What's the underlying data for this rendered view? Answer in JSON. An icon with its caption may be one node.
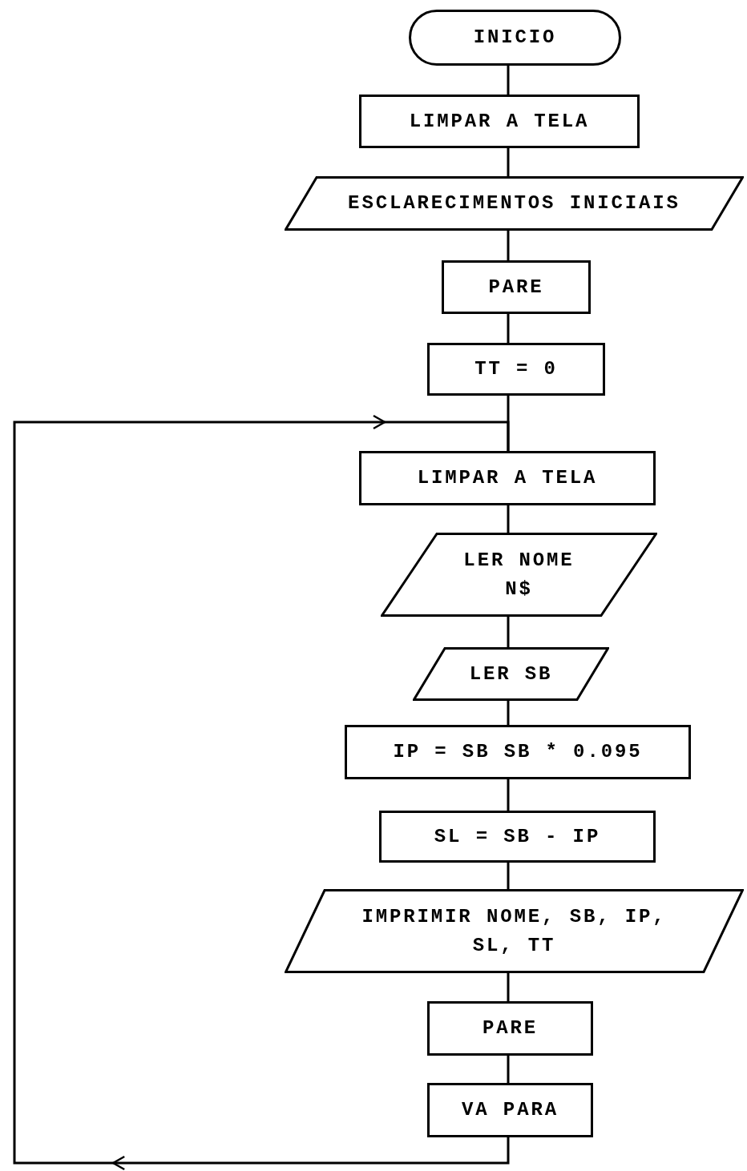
{
  "diagram": {
    "nodes": [
      {
        "text": [
          "INICIO"
        ]
      },
      {
        "text": [
          "LIMPAR A TELA"
        ]
      },
      {
        "text": [
          "ESCLARECIMENTOS INICIAIS"
        ]
      },
      {
        "text": [
          "PARE"
        ]
      },
      {
        "text": [
          "TT = 0"
        ]
      },
      {
        "text": [
          "LIMPAR A TELA"
        ]
      },
      {
        "text": [
          "LER NOME N$"
        ]
      },
      {
        "text": [
          "LER SB"
        ]
      },
      {
        "text": [
          "IP = SB SB * 0.095"
        ]
      },
      {
        "text": [
          "SL = SB - IP"
        ]
      },
      {
        "text": [
          "IMPRIMIR NOME, SB, IP, SL, TT"
        ]
      },
      {
        "text": [
          "PARE"
        ]
      },
      {
        "text": [
          "VA PARA"
        ]
      }
    ],
    "edges": [
      {
        "from": 0,
        "to": 1,
        "arrow": "none"
      },
      {
        "from": 1,
        "to": 2,
        "arrow": "none"
      },
      {
        "from": 2,
        "to": 3,
        "arrow": "none"
      },
      {
        "from": 3,
        "to": 4,
        "arrow": "none"
      },
      {
        "from": 4,
        "to": 5,
        "arrow": "none"
      },
      {
        "from": 5,
        "to": 6,
        "arrow": "none"
      },
      {
        "from": 6,
        "to": 7,
        "arrow": "none"
      },
      {
        "from": 7,
        "to": 8,
        "arrow": "none"
      },
      {
        "from": 8,
        "to": 9,
        "arrow": "none"
      },
      {
        "from": 9,
        "to": 10,
        "arrow": "none"
      },
      {
        "from": 10,
        "to": 11,
        "arrow": "none"
      },
      {
        "from": 11,
        "to": 12,
        "arrow": "none"
      },
      {
        "from": 12,
        "to": 5,
        "arrow": "to"
      }
    ]
  }
}
